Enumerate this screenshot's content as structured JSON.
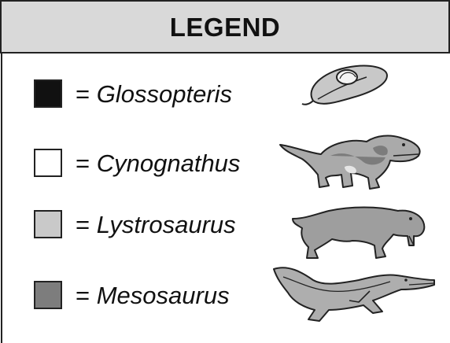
{
  "legend": {
    "title": "LEGEND",
    "items": [
      {
        "equals": "=",
        "name": "Glossopteris",
        "swatch_color": "#111111",
        "icon": "glossopteris-leaf-icon"
      },
      {
        "equals": "=",
        "name": "Cynognathus",
        "swatch_color": "#ffffff",
        "icon": "cynognathus-icon"
      },
      {
        "equals": "=",
        "name": "Lystrosaurus",
        "swatch_color": "#c9c9c9",
        "icon": "lystrosaurus-icon"
      },
      {
        "equals": "=",
        "name": "Mesosaurus",
        "swatch_color": "#7d7d7d",
        "icon": "mesosaurus-icon"
      }
    ]
  }
}
